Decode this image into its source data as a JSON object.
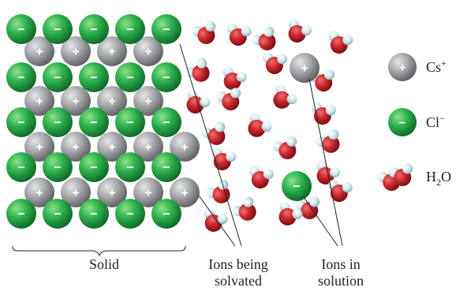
{
  "diagram": {
    "cs_sign": "+",
    "cl_sign": "−",
    "colors": {
      "cl": "#22a447",
      "cs": "#9fa1a4",
      "oxygen": "#c9262c",
      "hydrogen": "#d7ecef",
      "line": "#222222"
    },
    "legend": [
      {
        "species": "cs",
        "label": "Cs",
        "superscript": "+",
        "subscript": "",
        "suffix": ""
      },
      {
        "species": "cl",
        "label": "Cl",
        "superscript": "−",
        "subscript": "",
        "suffix": ""
      },
      {
        "species": "water",
        "label": "H",
        "superscript": "",
        "subscript": "2",
        "suffix": "O"
      }
    ],
    "labels": {
      "solid": "Solid",
      "ions_being_solvated": [
        "Ions being",
        "solvated"
      ],
      "ions_in_solution": [
        "Ions in",
        "solution"
      ]
    }
  }
}
